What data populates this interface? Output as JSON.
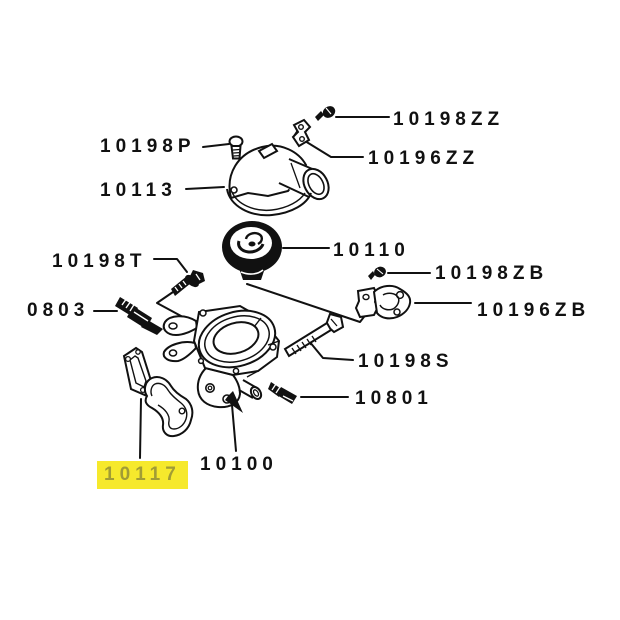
{
  "diagram": {
    "type": "exploded-parts-diagram",
    "subject": "thermostat-housing-assembly",
    "background": "#ffffff",
    "line_color": "#111111",
    "label_color": "#111111",
    "highlight": {
      "part": "10117",
      "background": "#f6e92c",
      "text_color": "#a19c35"
    },
    "parts": [
      {
        "number": "10198P",
        "highlighted": false
      },
      {
        "number": "10113",
        "highlighted": false
      },
      {
        "number": "10198ZZ",
        "highlighted": false
      },
      {
        "number": "10196ZZ",
        "highlighted": false
      },
      {
        "number": "10110",
        "highlighted": false
      },
      {
        "number": "10198T",
        "highlighted": false
      },
      {
        "number": "10198ZB",
        "highlighted": false
      },
      {
        "number": "0803",
        "highlighted": false
      },
      {
        "number": "10196ZB",
        "highlighted": false
      },
      {
        "number": "10198S",
        "highlighted": false
      },
      {
        "number": "10801",
        "highlighted": false
      },
      {
        "number": "10100",
        "highlighted": false
      },
      {
        "number": "10117",
        "highlighted": true
      }
    ]
  }
}
